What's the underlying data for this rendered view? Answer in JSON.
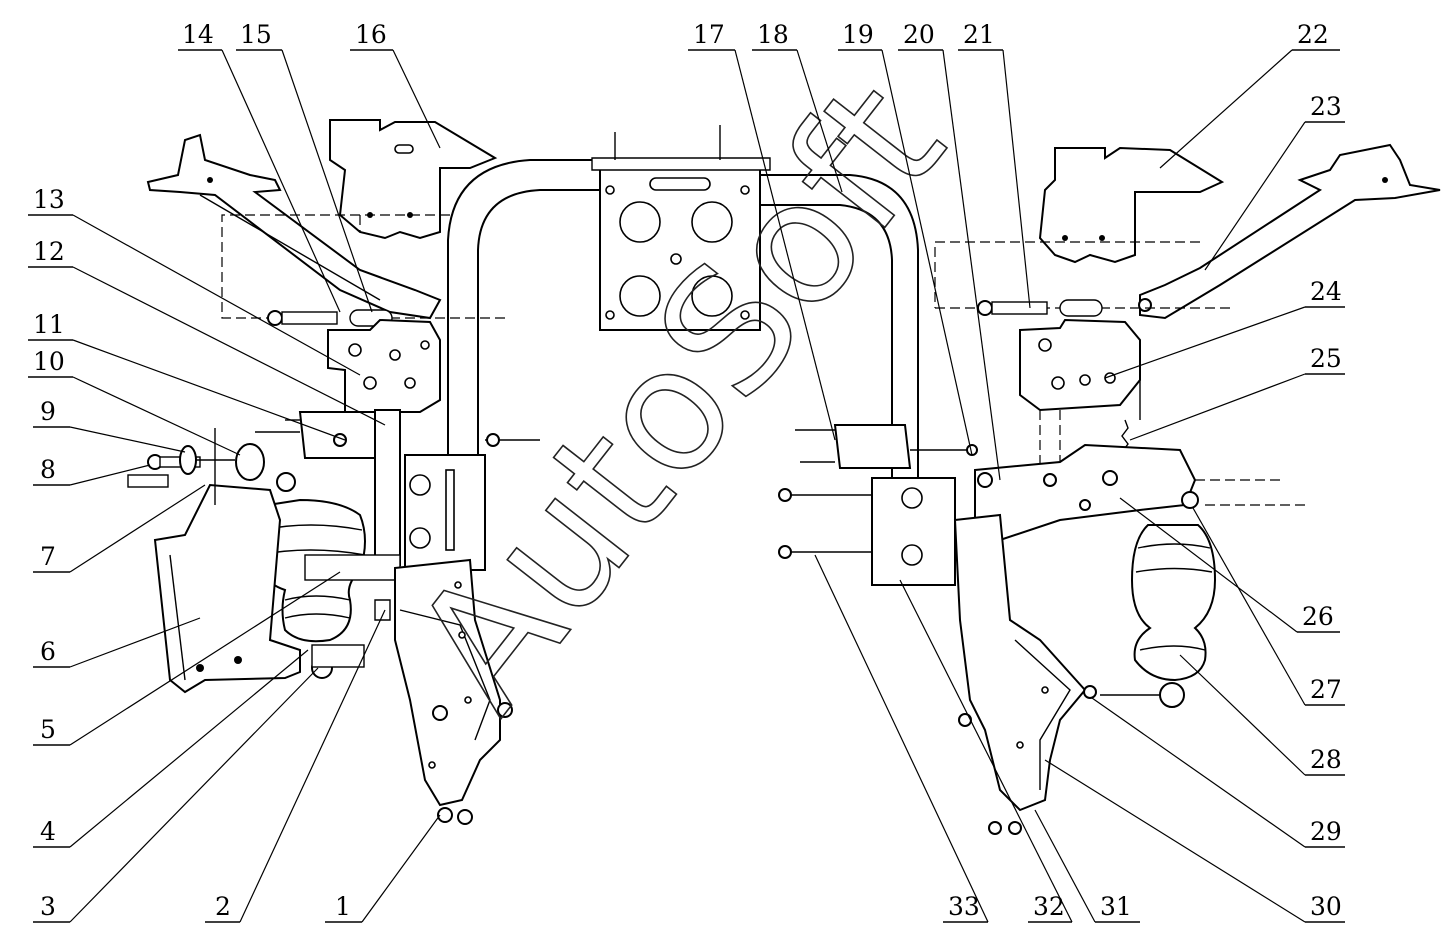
{
  "watermark": "AutoSoft",
  "callouts": [
    {
      "id": "1",
      "text": "1"
    },
    {
      "id": "2",
      "text": "2"
    },
    {
      "id": "3",
      "text": "3"
    },
    {
      "id": "4",
      "text": "4"
    },
    {
      "id": "5",
      "text": "5"
    },
    {
      "id": "6",
      "text": "6"
    },
    {
      "id": "7",
      "text": "7"
    },
    {
      "id": "8",
      "text": "8"
    },
    {
      "id": "9",
      "text": "9"
    },
    {
      "id": "10",
      "text": "10"
    },
    {
      "id": "11",
      "text": "11"
    },
    {
      "id": "12",
      "text": "12"
    },
    {
      "id": "13",
      "text": "13"
    },
    {
      "id": "14",
      "text": "14"
    },
    {
      "id": "15",
      "text": "15"
    },
    {
      "id": "16",
      "text": "16"
    },
    {
      "id": "17",
      "text": "17"
    },
    {
      "id": "18",
      "text": "18"
    },
    {
      "id": "19",
      "text": "19"
    },
    {
      "id": "20",
      "text": "20"
    },
    {
      "id": "21",
      "text": "21"
    },
    {
      "id": "22",
      "text": "22"
    },
    {
      "id": "23",
      "text": "23"
    },
    {
      "id": "24",
      "text": "24"
    },
    {
      "id": "25",
      "text": "25"
    },
    {
      "id": "26",
      "text": "26"
    },
    {
      "id": "27",
      "text": "27"
    },
    {
      "id": "28",
      "text": "28"
    },
    {
      "id": "29",
      "text": "29"
    },
    {
      "id": "30",
      "text": "30"
    },
    {
      "id": "31",
      "text": "31"
    },
    {
      "id": "32",
      "text": "32"
    },
    {
      "id": "33",
      "text": "33"
    }
  ]
}
